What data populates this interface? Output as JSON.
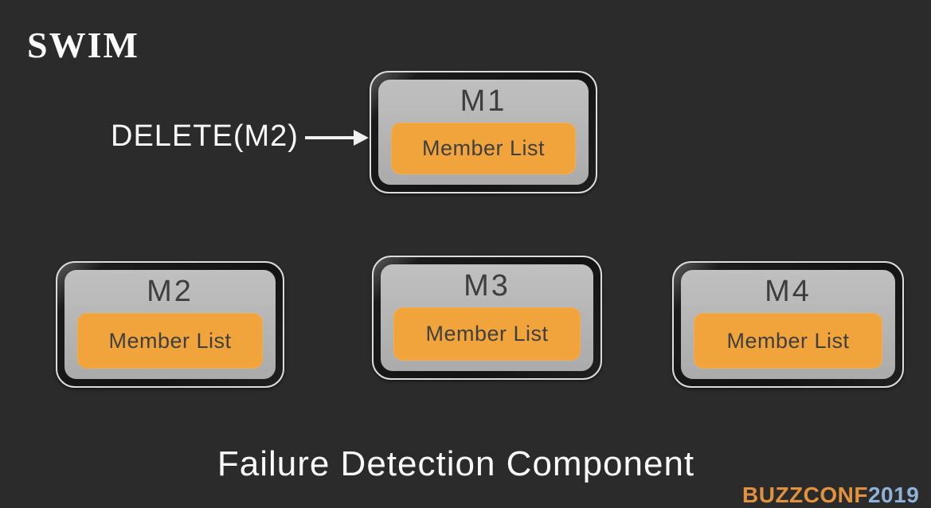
{
  "slide": {
    "title": "SWIM",
    "caption": "Failure Detection Component",
    "background_color": "#2b2b2b",
    "title_color": "#fafafa"
  },
  "annotation": {
    "label": "DELETE(M2)",
    "arrow_icon": "right-arrow",
    "arrow_color": "#f0f0f0",
    "target_node": "M1"
  },
  "nodes": [
    {
      "title": "M1",
      "member_list": "Member List"
    },
    {
      "title": "M2",
      "member_list": "Member List"
    },
    {
      "title": "M3",
      "member_list": "Member List"
    },
    {
      "title": "M4",
      "member_list": "Member List"
    }
  ],
  "colors": {
    "node_outer_fill": "#151515",
    "node_outer_border": "#dcdcdc",
    "node_inner_fill": "#b6b6b6",
    "member_list_fill": "#f1a43c",
    "node_text": "#3e3e3e"
  },
  "watermark": {
    "prefix": "BUZZCONF",
    "suffix": "2019",
    "prefix_color": "#e0923f",
    "suffix_color": "#8fb2da"
  }
}
